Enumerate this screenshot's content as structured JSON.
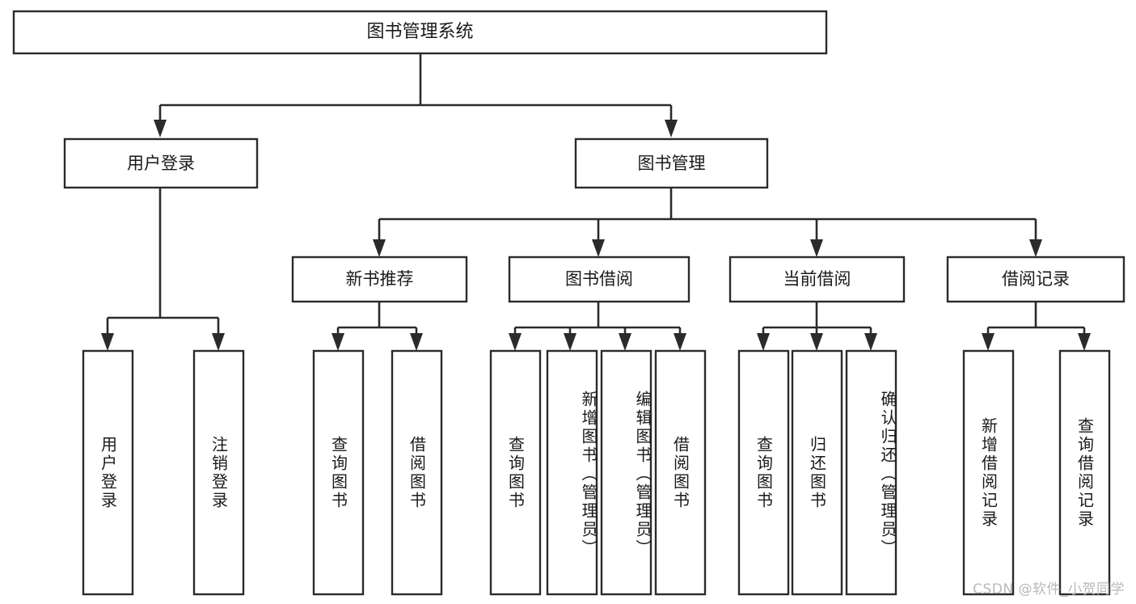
{
  "diagram": {
    "title": "图书管理系统",
    "type": "tree-hierarchy-diagram",
    "accent_color": "#2b2b2b",
    "background_color": "#ffffff",
    "box_fill": "#ffffff",
    "watermark": "CSDN @软件_小贺同学"
  },
  "root": {
    "label": "图书管理系统"
  },
  "level1": [
    {
      "label": "用户登录"
    },
    {
      "label": "图书管理"
    }
  ],
  "level2": [
    {
      "label": "新书推荐"
    },
    {
      "label": "图书借阅"
    },
    {
      "label": "当前借阅"
    },
    {
      "label": "借阅记录"
    }
  ],
  "leaves": {
    "user_login": [
      {
        "label": "用户登录"
      },
      {
        "label": "注销登录"
      }
    ],
    "new_book_recommend": [
      {
        "label": "查询图书"
      },
      {
        "label": "借阅图书"
      }
    ],
    "book_borrow": [
      {
        "label": "查询图书"
      },
      {
        "label": "新增图书（管理员）"
      },
      {
        "label": "编辑图书（管理员）"
      },
      {
        "label": "借阅图书"
      }
    ],
    "current_borrow": [
      {
        "label": "查询图书"
      },
      {
        "label": "归还图书"
      },
      {
        "label": "确认归还（管理员）"
      }
    ],
    "borrow_record": [
      {
        "label": "新增借阅记录"
      },
      {
        "label": "查询借阅记录"
      }
    ]
  }
}
